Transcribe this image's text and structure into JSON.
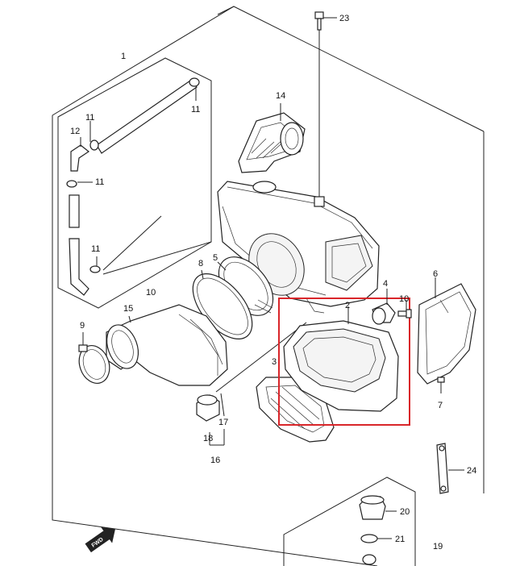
{
  "labels": {
    "p1": "1",
    "p2": "2",
    "p3": "3",
    "p4": "4",
    "p5": "5",
    "p6": "6",
    "p7": "7",
    "p8": "8",
    "p9": "9",
    "p10": "10",
    "p10b": "10",
    "p11a": "11",
    "p11b": "11",
    "p11c": "11",
    "p11d": "11",
    "p12": "12",
    "p14": "14",
    "p15": "15",
    "p16": "16",
    "p17": "17",
    "p18": "18",
    "p19": "19",
    "p20": "20",
    "p21": "21",
    "p23": "23",
    "p24": "24"
  },
  "fwd_badge": "FWD",
  "highlight_color": "#d9262a"
}
